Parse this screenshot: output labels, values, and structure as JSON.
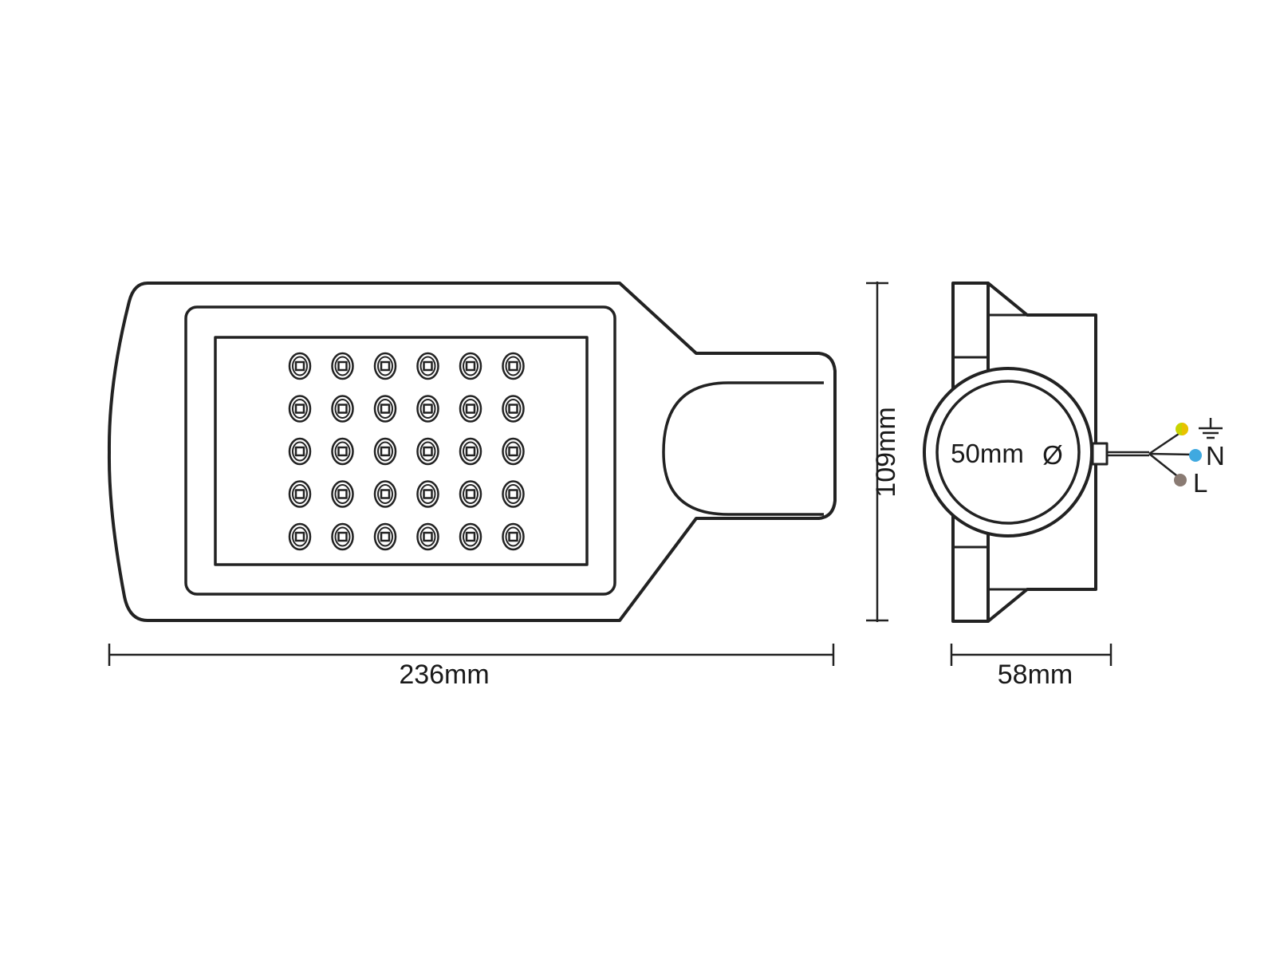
{
  "dimensions": {
    "length": "236mm",
    "height": "109mm",
    "depth": "58mm",
    "pole_diameter": "50mm",
    "diameter_symbol": "Ø"
  },
  "led_array": {
    "rows": 5,
    "columns": 6
  },
  "wiring": [
    {
      "id": "earth",
      "label": "⏚",
      "color": "#c8d400",
      "color2": "#e8c200"
    },
    {
      "id": "neutral",
      "label": "N",
      "color": "#3fa9e0"
    },
    {
      "id": "live",
      "label": "L",
      "color": "#8a7b73"
    }
  ]
}
